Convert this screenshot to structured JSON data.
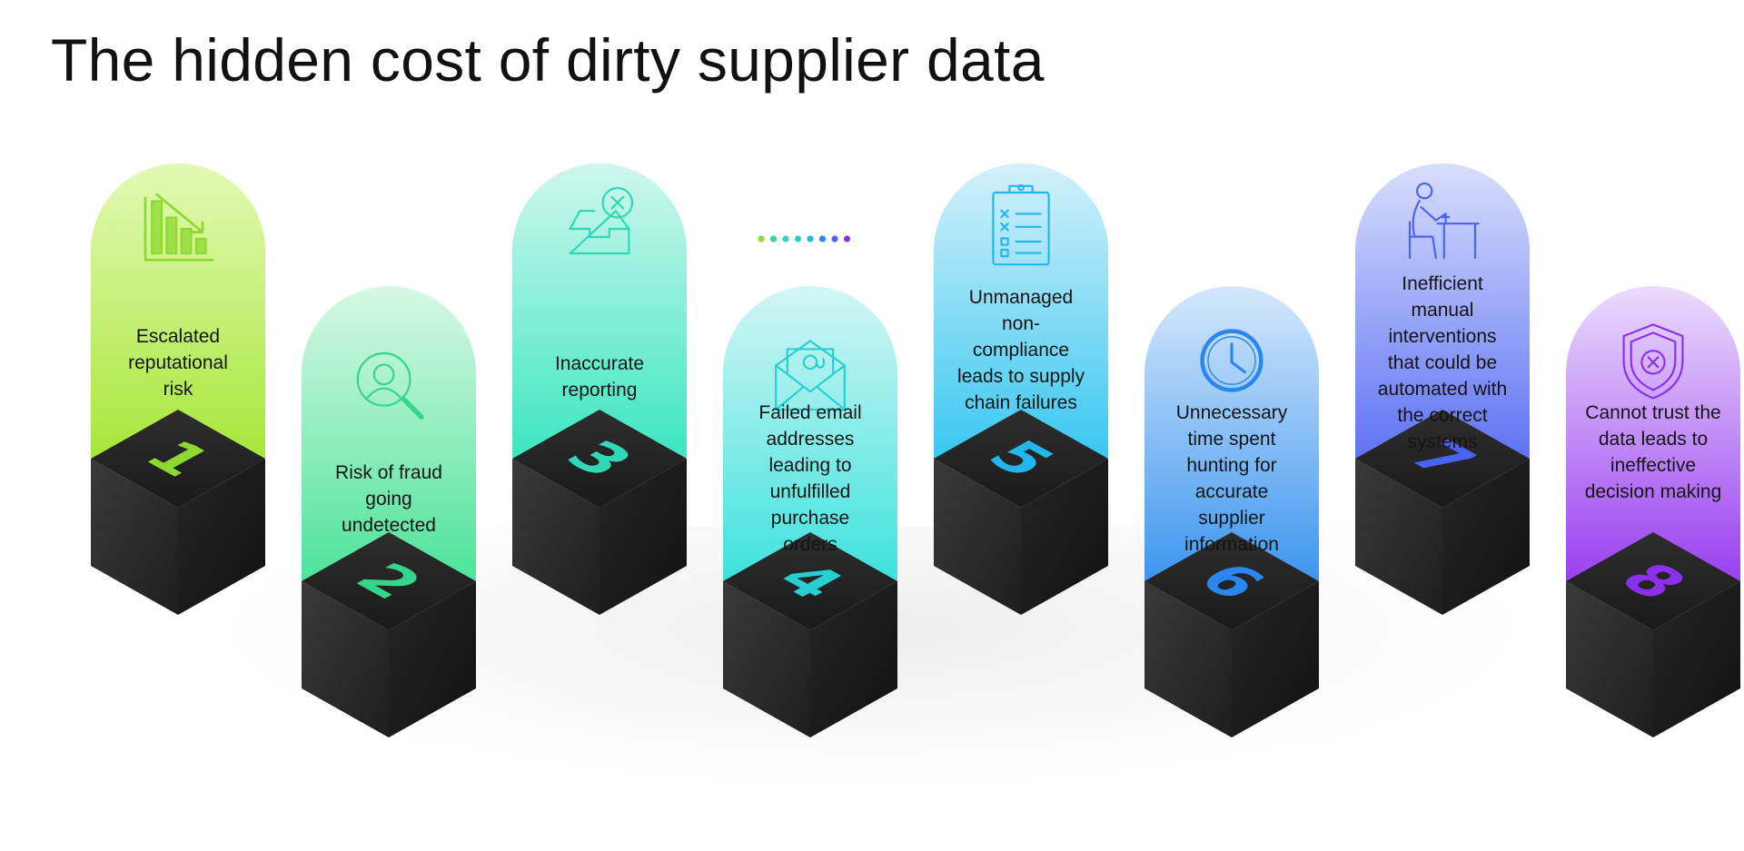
{
  "title": "The hidden cost of dirty supplier data",
  "items": [
    {
      "number": "1",
      "label_lines": [
        "Escalated",
        "reputational",
        "risk"
      ],
      "icon": "declining-bar-chart-icon",
      "color_top": "#e2f9b4",
      "color_bottom": "#a7e63a",
      "accent": "#8ed92f"
    },
    {
      "number": "2",
      "label_lines": [
        "Risk of fraud",
        "going",
        "undetected"
      ],
      "icon": "user-search-icon",
      "color_top": "#d7f8e4",
      "color_bottom": "#4de39a",
      "accent": "#35d58a"
    },
    {
      "number": "3",
      "label_lines": [
        "Inaccurate",
        "reporting"
      ],
      "icon": "inbox-error-icon",
      "color_top": "#cff7ee",
      "color_bottom": "#3be6c0",
      "accent": "#2fd9b6"
    },
    {
      "number": "4",
      "label_lines": [
        "Failed email",
        "addresses",
        "leading to",
        "unfulfilled",
        "purchase",
        "orders"
      ],
      "icon": "email-envelope-icon",
      "color_top": "#d3f6f5",
      "color_bottom": "#3de2dd",
      "accent": "#27cfd0"
    },
    {
      "number": "5",
      "label_lines": [
        "Unmanaged",
        "non-",
        "compliance",
        "leads to supply",
        "chain failures"
      ],
      "icon": "compliance-clipboard-icon",
      "color_top": "#d4f1fb",
      "color_bottom": "#39c7f0",
      "accent": "#22b6ee"
    },
    {
      "number": "6",
      "label_lines": [
        "Unnecessary",
        "time spent",
        "hunting for",
        "accurate",
        "supplier",
        "information"
      ],
      "icon": "clock-icon",
      "color_top": "#d5e8fb",
      "color_bottom": "#3c96f0",
      "accent": "#2a86f0"
    },
    {
      "number": "7",
      "label_lines": [
        "Inefficient",
        "manual",
        "interventions",
        "that could be",
        "automated with",
        "the correct",
        "systems"
      ],
      "icon": "person-at-desk-icon",
      "color_top": "#d8defc",
      "color_bottom": "#5f73f4",
      "accent": "#4a63f5"
    },
    {
      "number": "8",
      "label_lines": [
        "Cannot trust the",
        "data leads to",
        "ineffective",
        "decision making"
      ],
      "icon": "shield-cross-icon",
      "color_top": "#ebdcfd",
      "color_bottom": "#9a3ff0",
      "accent": "#8a30ee"
    }
  ],
  "dot_colors": [
    "#8ed92f",
    "#35d58a",
    "#2fd9b6",
    "#27cfd0",
    "#22b6ee",
    "#2a86f0",
    "#4a63f5",
    "#8a30ee"
  ]
}
